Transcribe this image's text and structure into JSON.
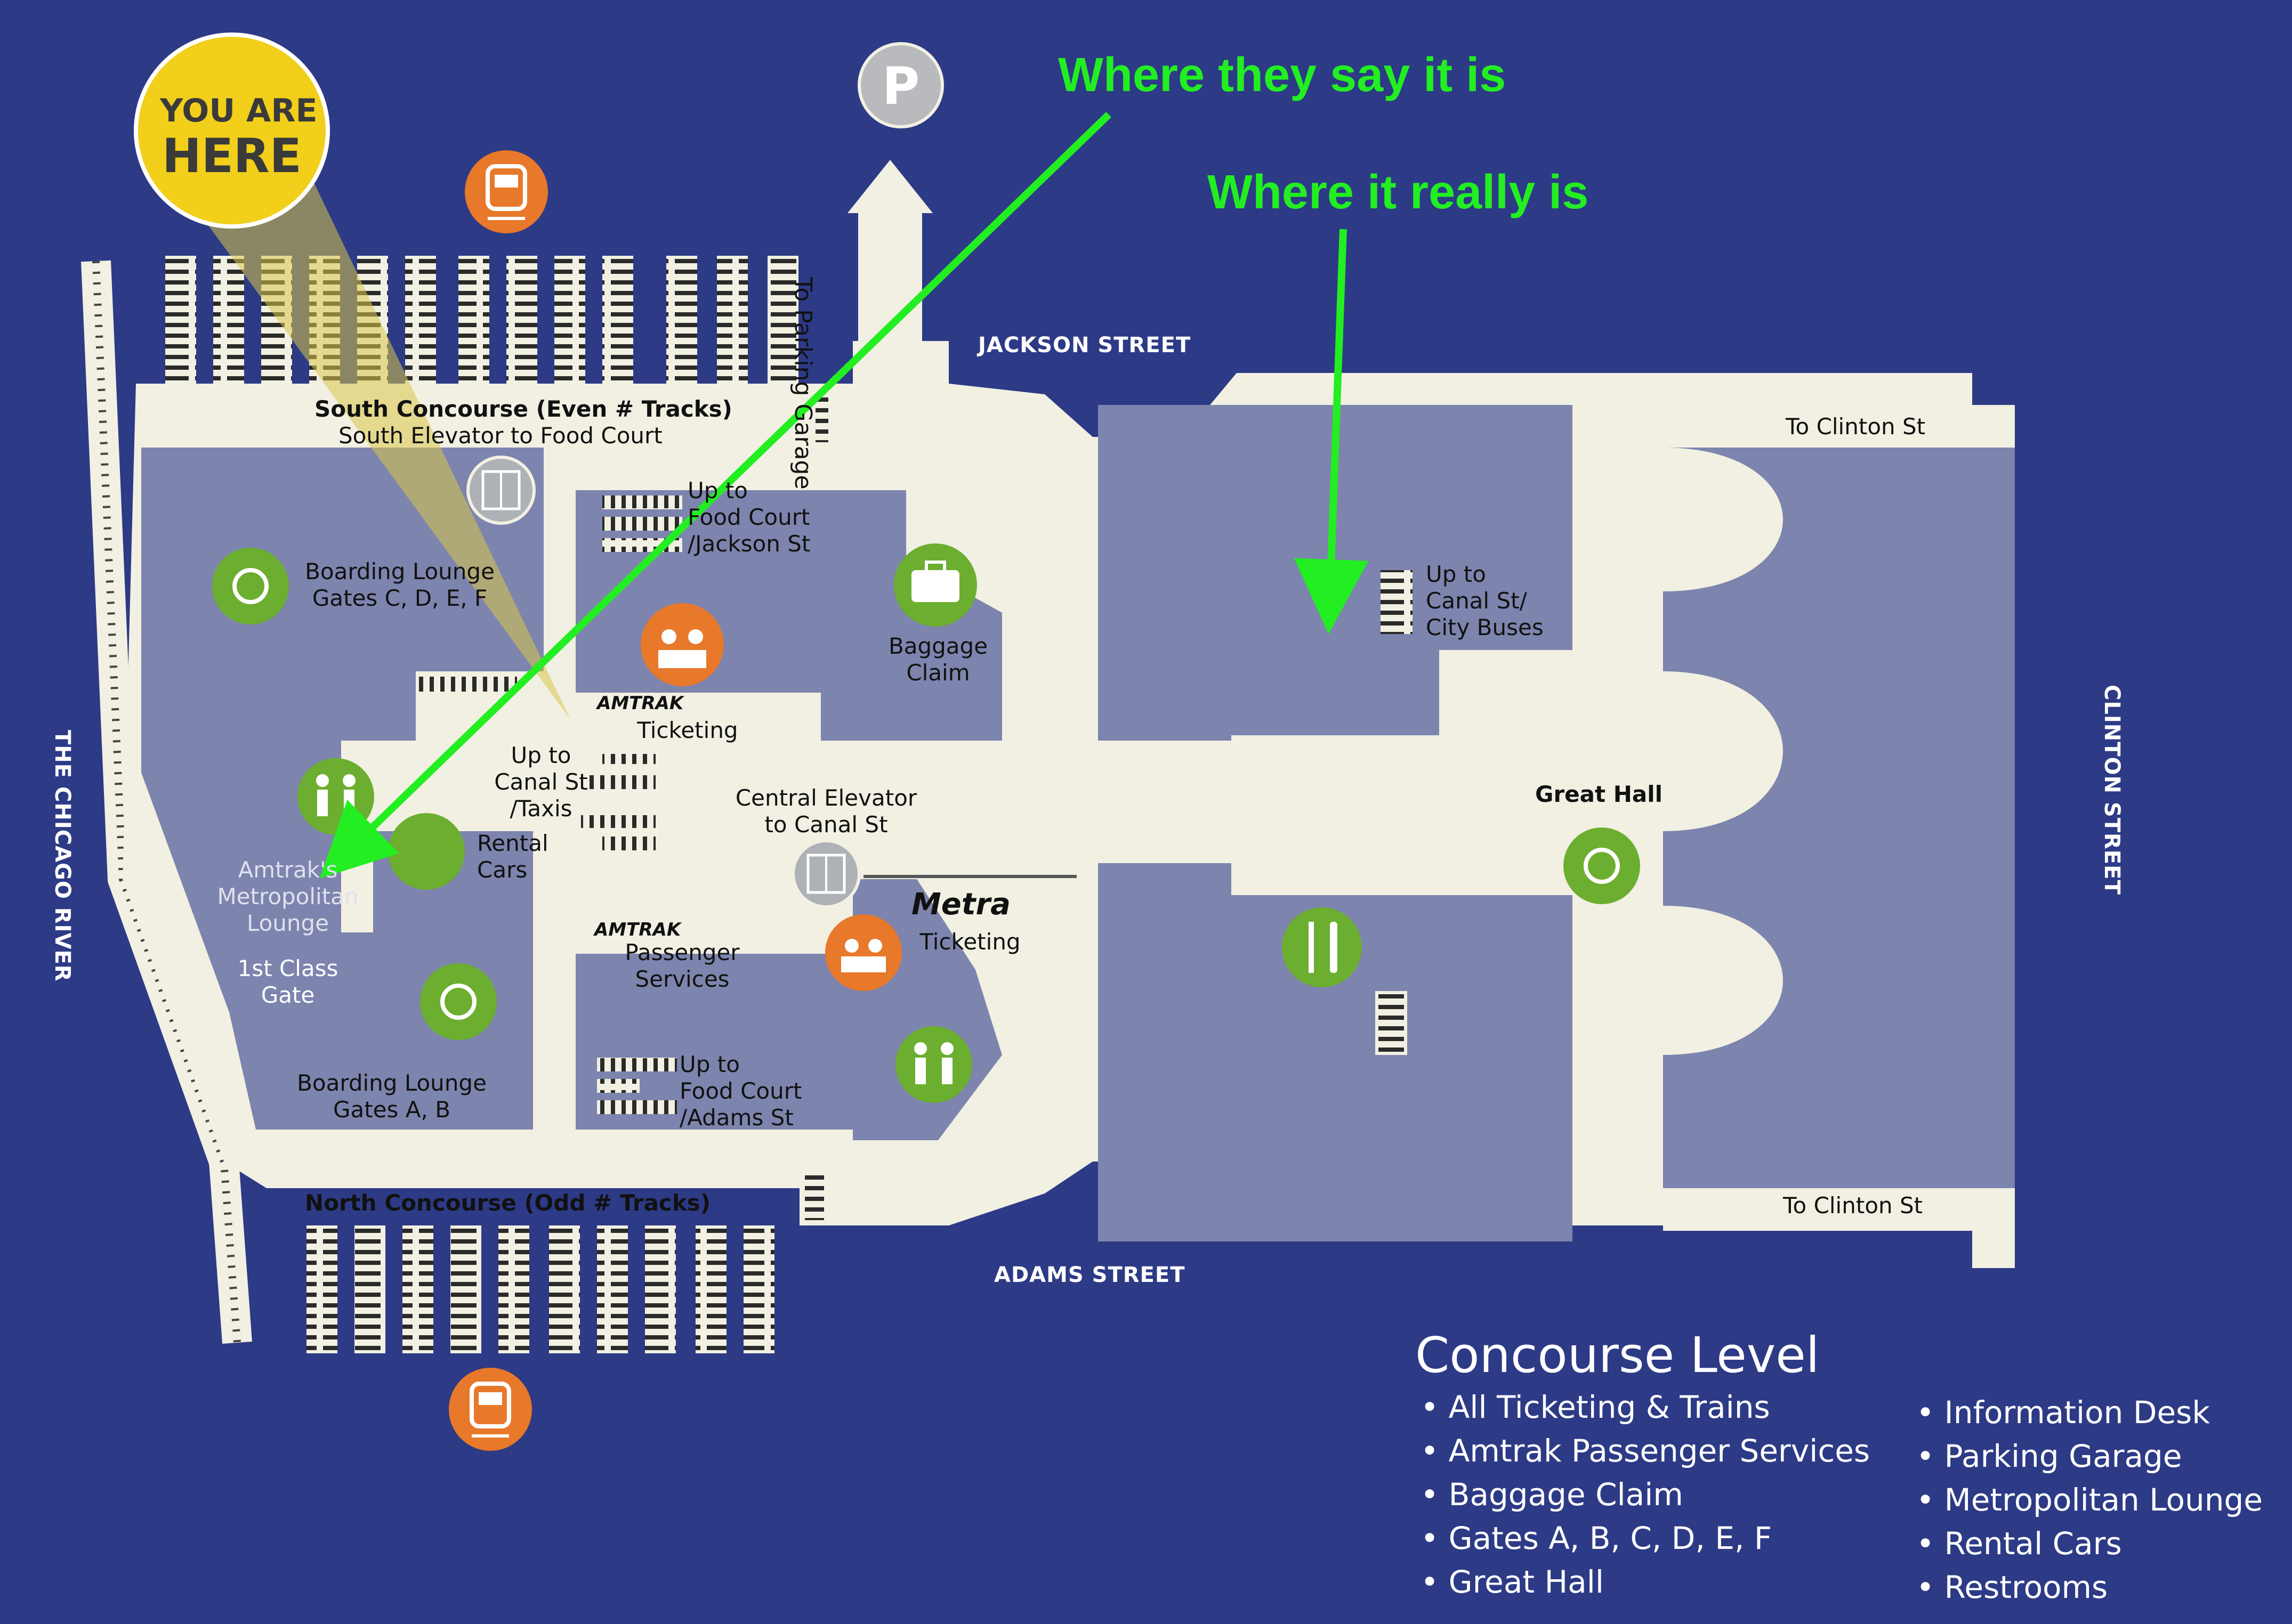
{
  "annotations": {
    "claimed": "Where they say it is",
    "actual": "Where it really is",
    "arrow_color": "#22ee22"
  },
  "you_are_here": {
    "line1": "YOU ARE",
    "line2": "HERE"
  },
  "parking_symbol": "P",
  "streets": {
    "jackson": "JACKSON STREET",
    "adams": "ADAMS STREET",
    "clinton": "CLINTON STREET",
    "river": "THE CHICAGO RIVER"
  },
  "labels": {
    "to_parking_garage": "To Parking Garage",
    "south_concourse": "South Concourse (Even # Tracks)",
    "south_elevator": "South Elevator to Food Court",
    "boarding_lounge_cdef_1": "Boarding Lounge",
    "boarding_lounge_cdef_2": "Gates C, D, E, F",
    "up_food_jackson_1": "Up to",
    "up_food_jackson_2": "Food Court",
    "up_food_jackson_3": "/Jackson St",
    "baggage_1": "Baggage",
    "baggage_2": "Claim",
    "amtrak_brand": "AMTRAK",
    "amtrak_ticketing": "Ticketing",
    "up_canal_taxis_1": "Up to",
    "up_canal_taxis_2": "Canal St",
    "up_canal_taxis_3": "/Taxis",
    "rental_1": "Rental",
    "rental_2": "Cars",
    "central_elevator_1": "Central Elevator",
    "central_elevator_2": "to Canal St",
    "metro_lounge_1": "Amtrak's",
    "metro_lounge_2": "Metropolitan",
    "metro_lounge_3": "Lounge",
    "first_class_1": "1st Class",
    "first_class_2": "Gate",
    "amtrak_passenger_1": "Passenger",
    "amtrak_passenger_2": "Services",
    "metra_brand": "Metra",
    "metra_ticketing": "Ticketing",
    "boarding_lounge_ab_1": "Boarding Lounge",
    "boarding_lounge_ab_2": "Gates A, B",
    "up_food_adams_1": "Up to",
    "up_food_adams_2": "Food Court",
    "up_food_adams_3": "/Adams St",
    "north_concourse": "North Concourse (Odd # Tracks)",
    "up_canal_buses_1": "Up to",
    "up_canal_buses_2": "Canal St/",
    "up_canal_buses_3": "City Buses",
    "great_hall": "Great Hall",
    "to_clinton_top": "To Clinton St",
    "to_clinton_bottom": "To Clinton St"
  },
  "legend": {
    "title": "Concourse Level",
    "col1": [
      "All Ticketing & Trains",
      "Amtrak Passenger Services",
      "Baggage Claim",
      "Gates A, B, C, D, E, F",
      "Great Hall"
    ],
    "col2": [
      "Information Desk",
      "Parking Garage",
      "Metropolitan Lounge",
      "Rental Cars",
      "Restrooms"
    ]
  },
  "icons": [
    "train-icon",
    "parking-icon",
    "elevator-icon",
    "waiting-lounge-icon",
    "ticketing-icon",
    "baggage-icon",
    "restroom-icon",
    "information-icon",
    "dining-icon",
    "escalator-icon"
  ],
  "colors": {
    "background": "#2d3a86",
    "corridor": "#f1f0e2",
    "room": "#7d84ad",
    "green_icon": "#6cae2f",
    "orange_icon": "#e8782a",
    "gray_icon": "#aeb1b5",
    "you_are_here": "#f1cf1a",
    "annotation": "#22ee22"
  }
}
